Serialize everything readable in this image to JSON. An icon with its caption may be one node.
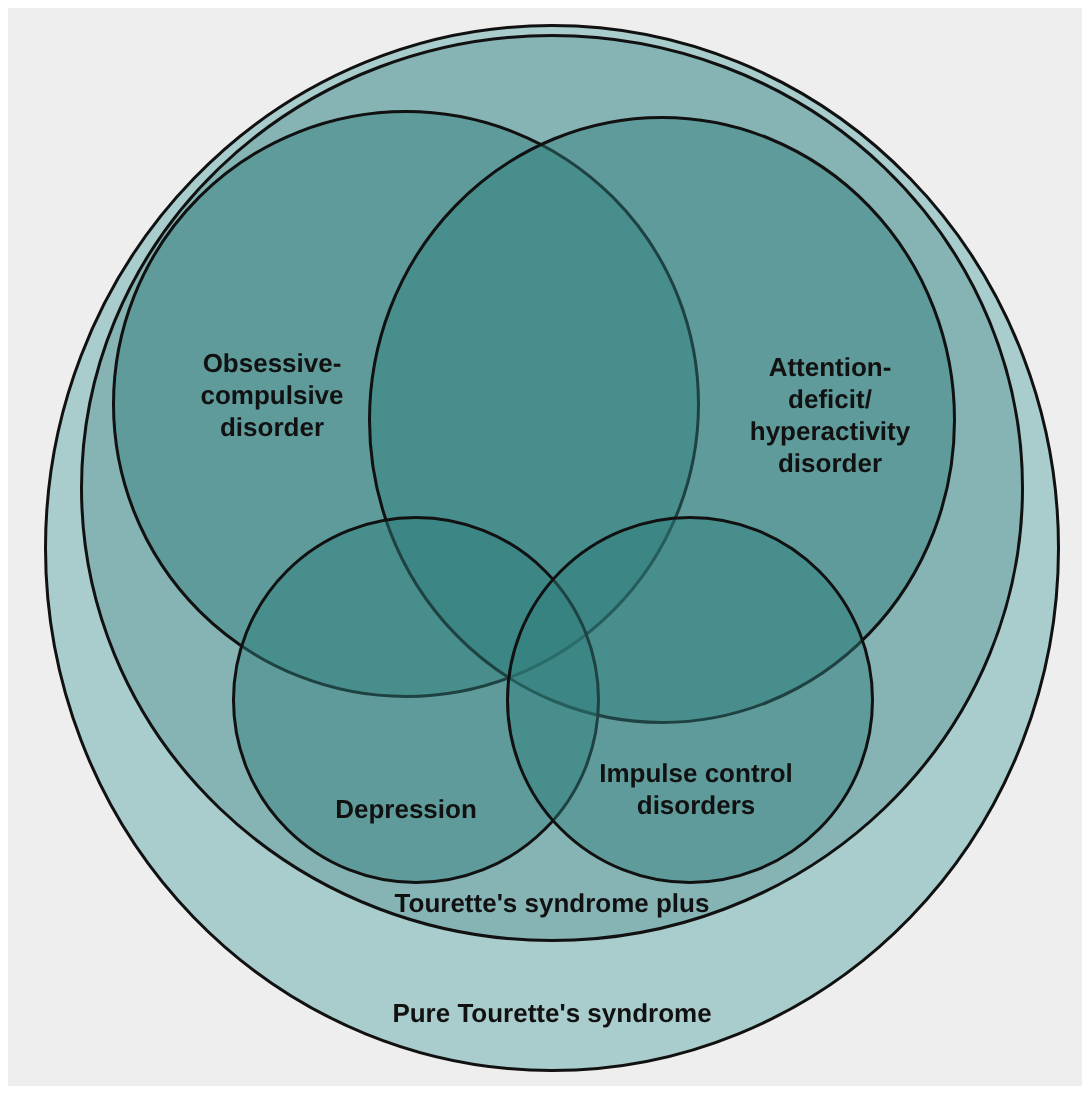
{
  "diagram": {
    "nodes": [
      {
        "text": [
          "Pure Tourette's syndrome"
        ]
      },
      {
        "text": [
          "Tourette's syndrome plus"
        ],
        "in": 0
      },
      {
        "text": [
          "Obsessive-compulsive disorder"
        ],
        "in": 1
      },
      {
        "text": [
          "Attention-deficit/ hyperactivity disorder"
        ],
        "in": 1
      },
      {
        "text": [
          "Depression"
        ],
        "in": 1
      },
      {
        "text": [
          "Impulse control disorders"
        ],
        "in": 1
      }
    ]
  }
}
